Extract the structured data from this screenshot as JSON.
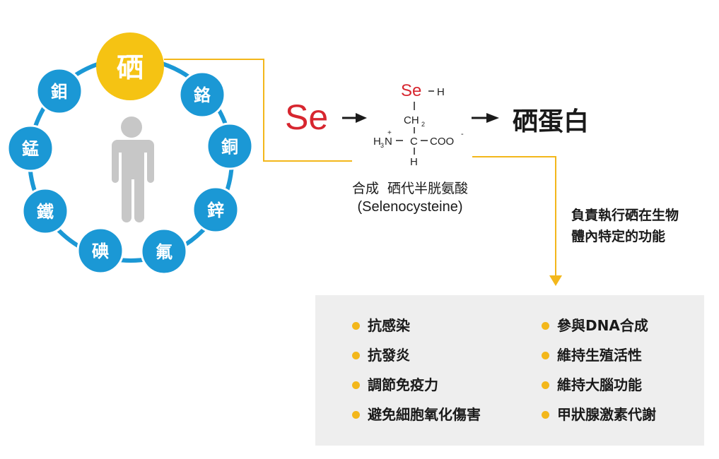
{
  "colors": {
    "mineral_blue": "#1b98d5",
    "selenium_gold": "#f5c313",
    "connector_gold": "#f3b71b",
    "selenium_red": "#d7262f",
    "person_gray": "#c7c7c7",
    "panel_gray": "#eeeeee"
  },
  "minerals": {
    "center": "硒",
    "ring": [
      "鉻",
      "銅",
      "鋅",
      "氟",
      "碘",
      "鐵",
      "錳",
      "鉬"
    ],
    "person_icon": "person-icon"
  },
  "reaction": {
    "element": "Se",
    "molecule": {
      "se": "Se",
      "h_top": "H",
      "ch2": "CH",
      "ch2_sub": "2",
      "amino_h": "H",
      "amino_sub": "3",
      "amino_n": "N",
      "plus": "+",
      "carbon": "C",
      "carboxyl": "COO",
      "minus": "-",
      "h_bottom": "H"
    },
    "product": "硒蛋白",
    "synthesis_label": "合成  硒代半胱氨酸",
    "synthesis_label_en": "(Selenocysteine)",
    "role_line1": "負責執行硒在生物",
    "role_line2": "體內特定的功能"
  },
  "functions": {
    "left": [
      "抗感染",
      "抗發炎",
      "調節免疫力",
      "避免細胞氧化傷害"
    ],
    "right": [
      "參與DNA合成",
      "維持生殖活性",
      "維持大腦功能",
      "甲狀腺激素代謝"
    ]
  }
}
